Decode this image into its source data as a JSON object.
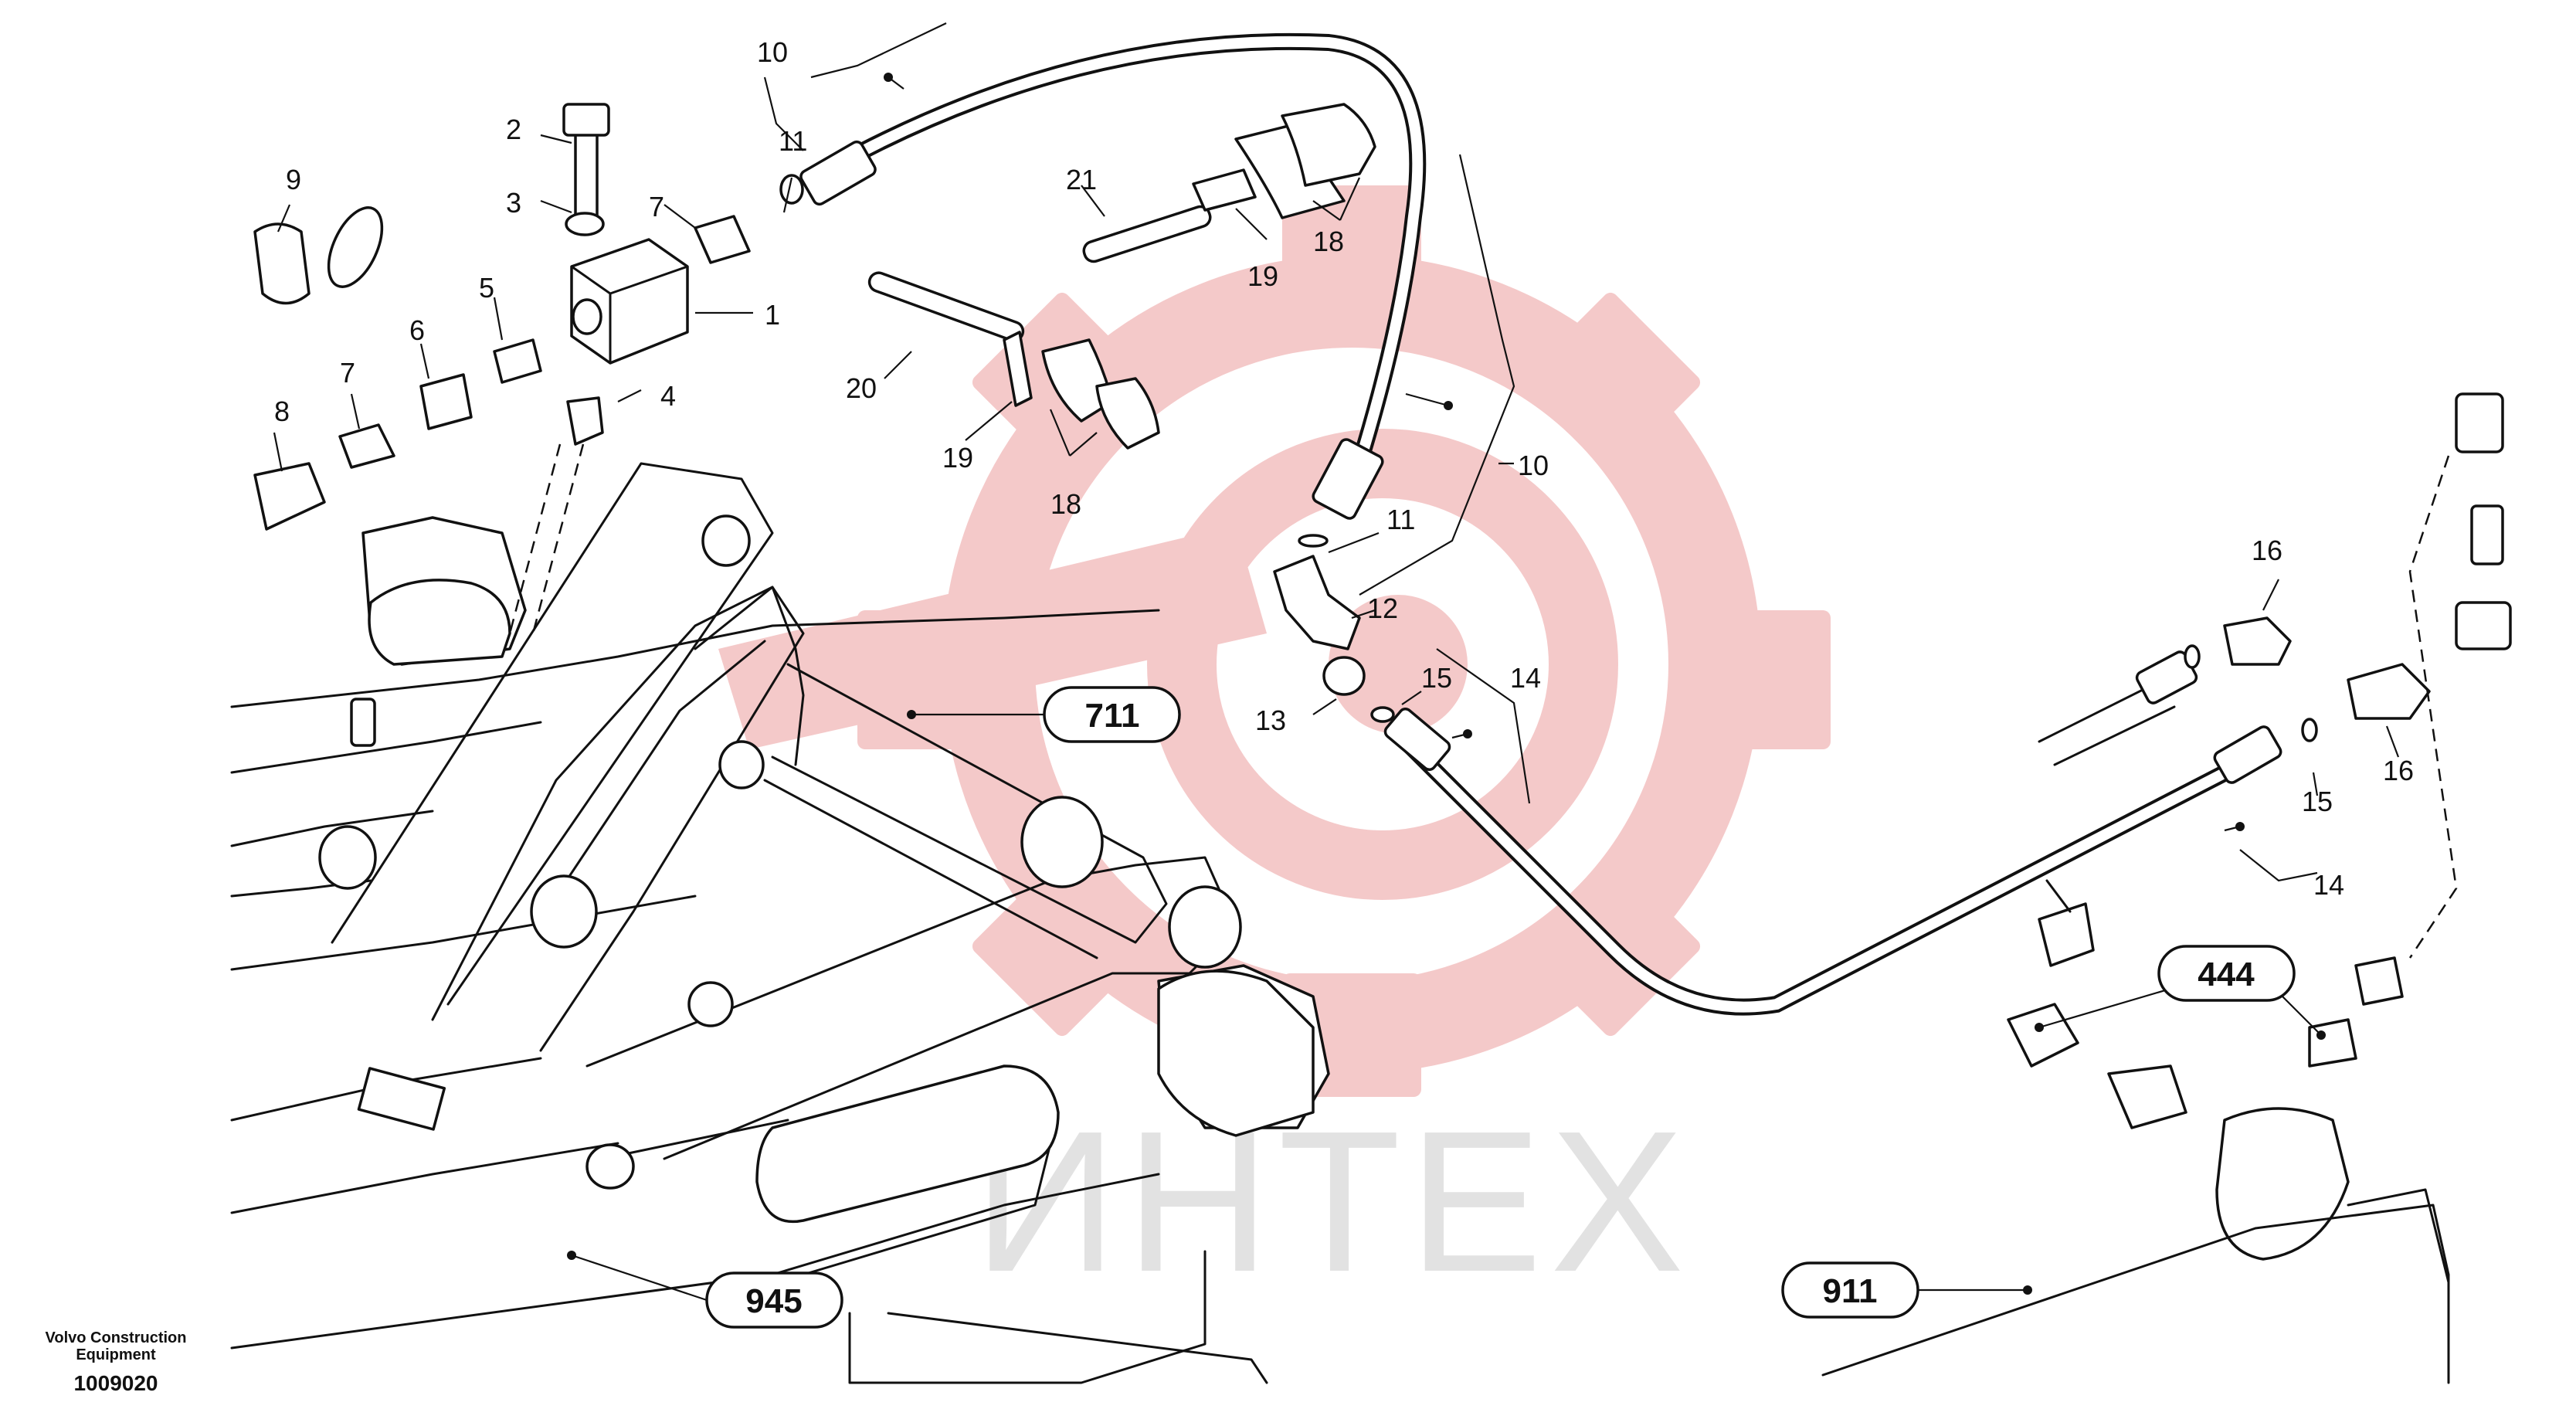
{
  "watermark": {
    "text": "ИНТЕХ",
    "color": "#f3c0c0"
  },
  "footer": {
    "manufacturer_line1": "Volvo Construction",
    "manufacturer_line2": "Equipment",
    "drawing_id": "1009020"
  },
  "part_callouts": {
    "p1": "1",
    "p2": "2",
    "p3": "3",
    "p4": "4",
    "p5": "5",
    "p6": "6",
    "p7a": "7",
    "p7b": "7",
    "p8": "8",
    "p9": "9",
    "p10a": "10",
    "p10b": "10",
    "p11a": "11",
    "p11b": "11",
    "p12": "12",
    "p13": "13",
    "p14a": "14",
    "p14b": "14",
    "p15a": "15",
    "p15b": "15",
    "p16a": "16",
    "p16b": "16",
    "p18a": "18",
    "p18b": "18",
    "p19a": "19",
    "p19b": "19",
    "p20": "20",
    "p21": "21"
  },
  "group_references": {
    "g711": "711",
    "g945": "945",
    "g444": "444",
    "g911": "911"
  }
}
